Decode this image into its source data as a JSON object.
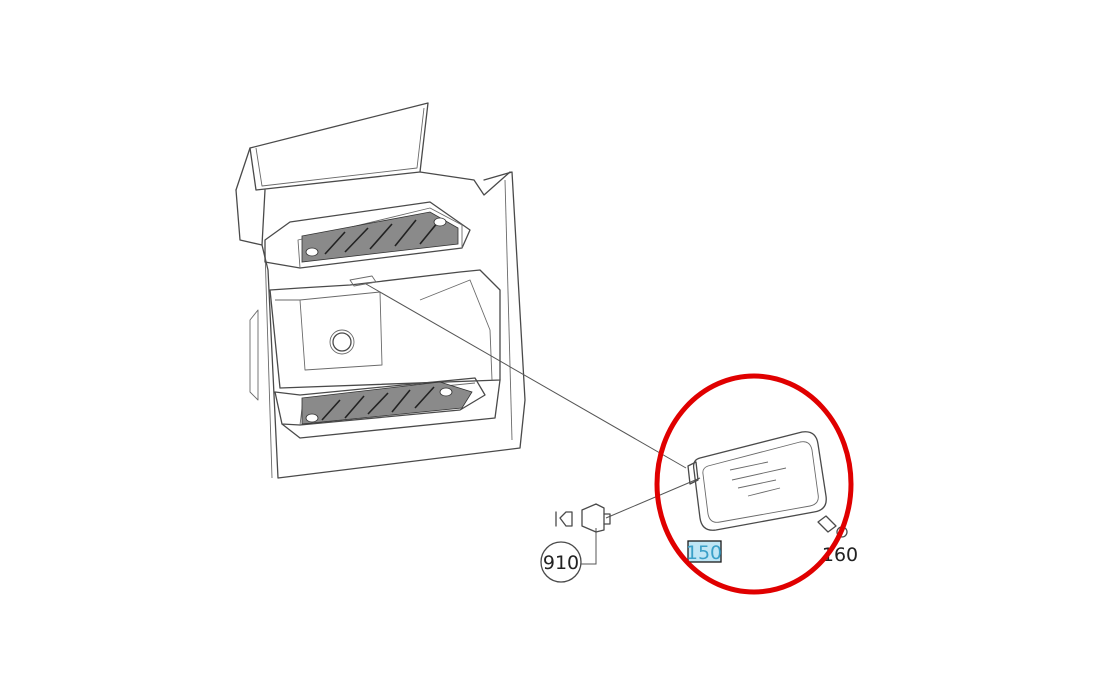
{
  "callouts": {
    "part_150": "150",
    "part_160": "160",
    "part_910": "910"
  },
  "colors": {
    "highlight_ring": "#e00000",
    "highlight_label_fill": "#bfe6f5",
    "line": "#4a4a4a"
  }
}
